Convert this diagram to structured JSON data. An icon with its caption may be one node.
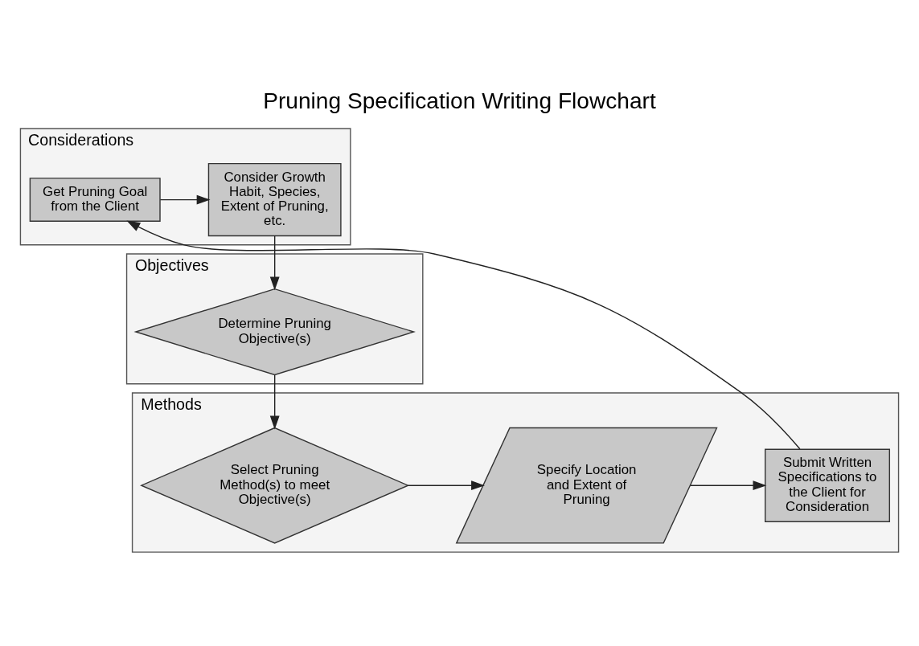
{
  "diagram": {
    "title": "Pruning Specification Writing Flowchart",
    "nodes": [
      {
        "text": [
          "Considerations"
        ]
      },
      {
        "text": [
          "Get Pruning Goal from the Client"
        ],
        "in": 0
      },
      {
        "text": [
          "Consider Growth Habit, Species, Extent of Pruning, etc."
        ],
        "in": 0
      },
      {
        "text": [
          "Objectives"
        ]
      },
      {
        "text": [
          "Determine Pruning Objective(s)"
        ],
        "in": 3
      },
      {
        "text": [
          "Methods"
        ]
      },
      {
        "text": [
          "Submit Written Specifications to the Client for Consideration"
        ],
        "in": 5
      },
      {
        "text": [
          "Specify Location and Extent of Pruning"
        ],
        "in": 5
      },
      {
        "text": [
          "Select Pruning Method(s) to meet Objective(s)"
        ],
        "in": 5
      }
    ],
    "edges": [
      {
        "from": 1,
        "to": 2,
        "arrow": "to"
      },
      {
        "from": 2,
        "to": 4,
        "arrow": "to"
      },
      {
        "from": 4,
        "to": 8,
        "arrow": "to"
      },
      {
        "from": 8,
        "to": 7,
        "arrow": "to"
      },
      {
        "from": 7,
        "to": 6,
        "arrow": "to"
      },
      {
        "from": 6,
        "to": 1,
        "arrow": "to"
      }
    ]
  }
}
